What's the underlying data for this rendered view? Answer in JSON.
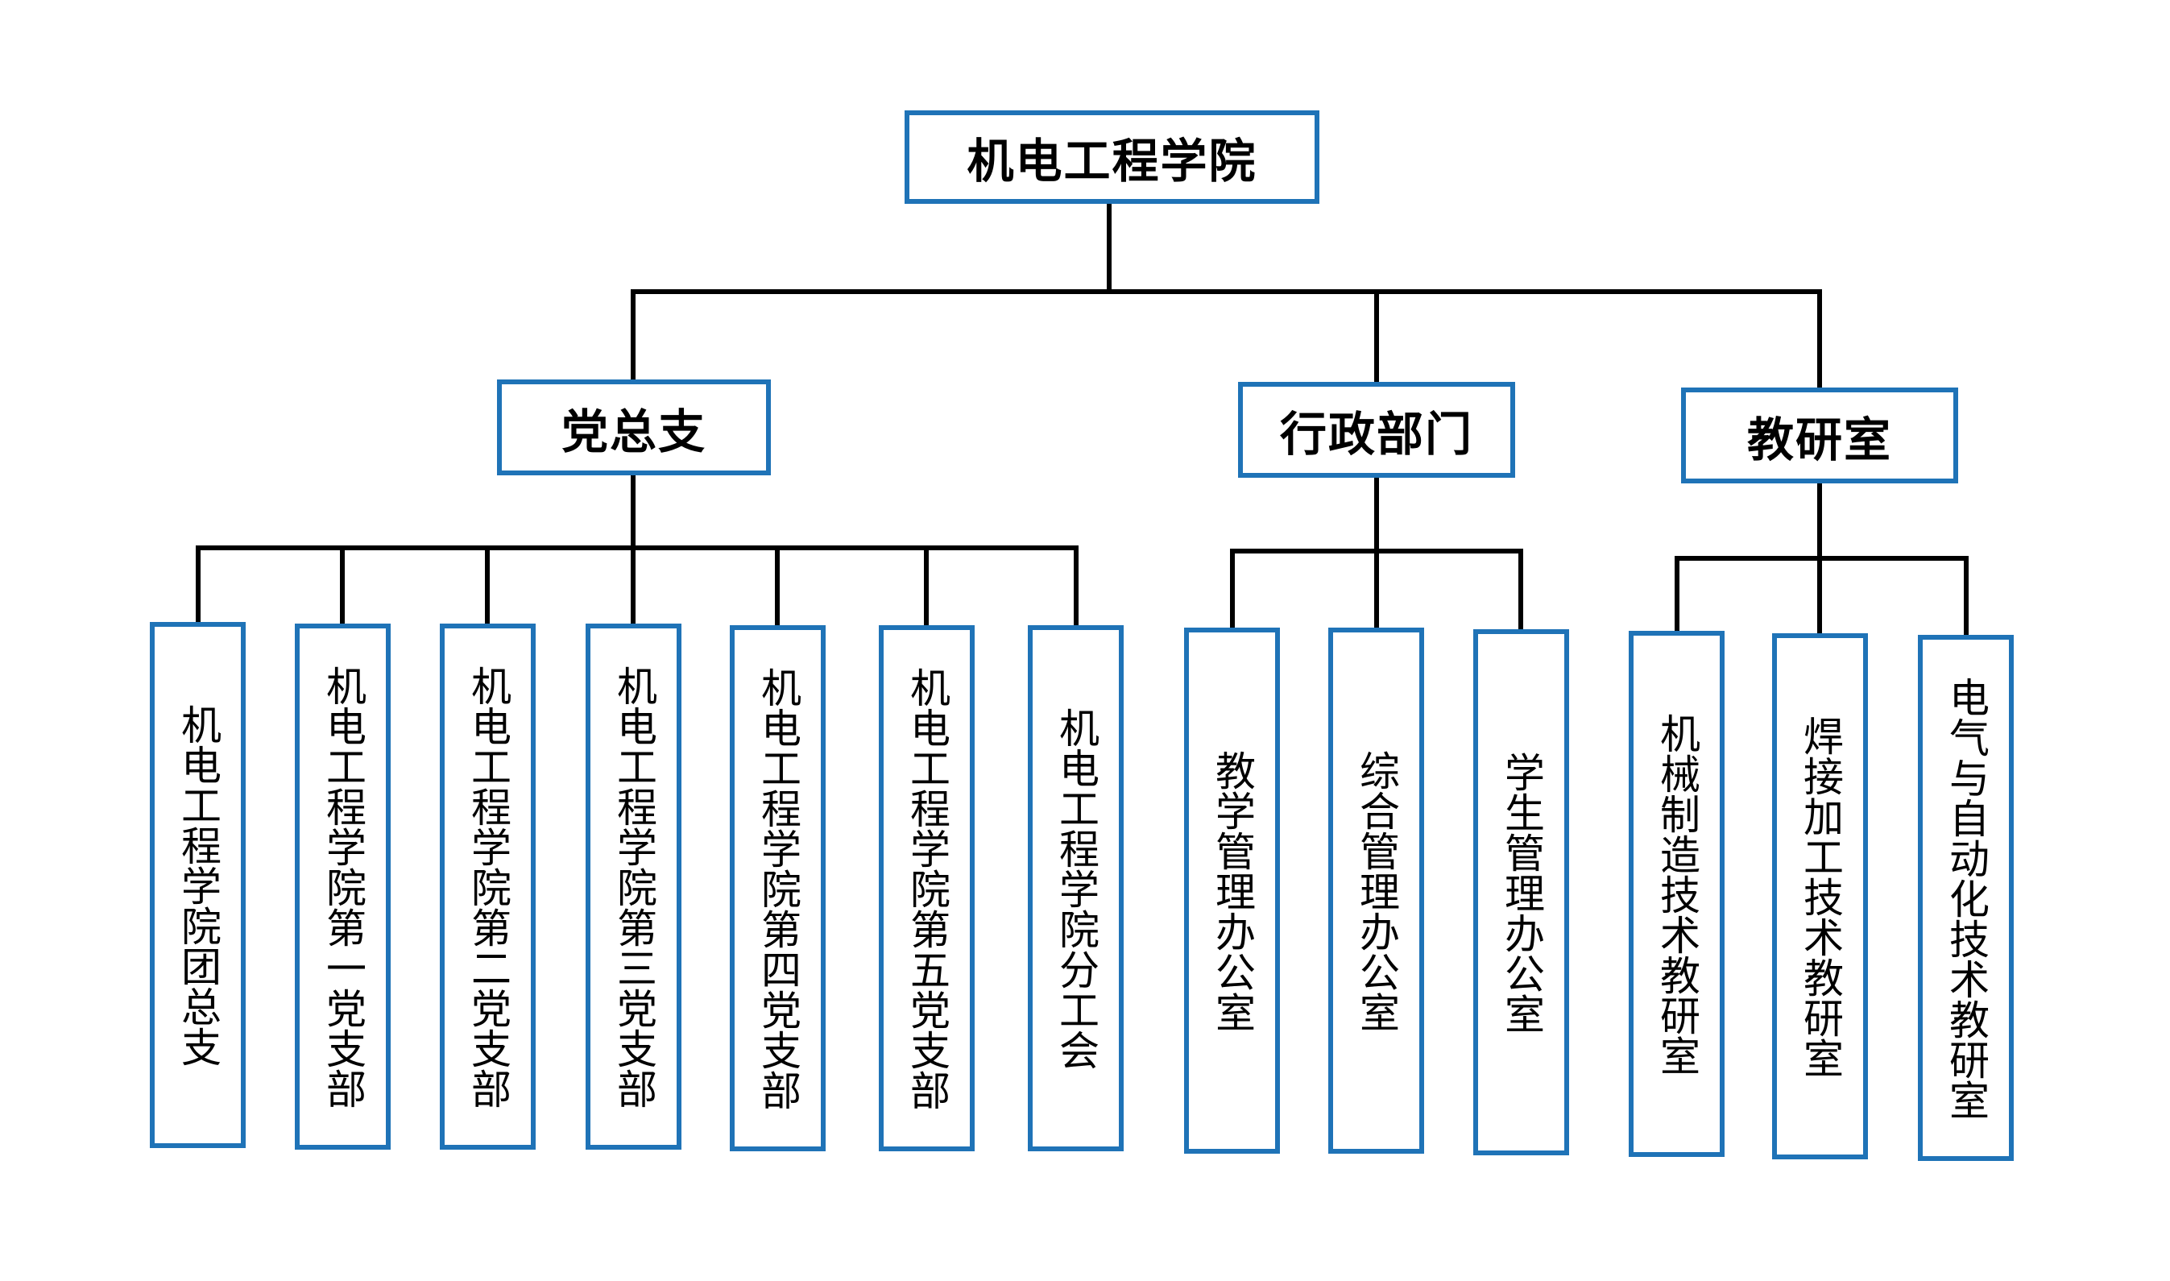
{
  "colors": {
    "box_border": "#1f73b7",
    "connector": "#000000"
  },
  "root": {
    "label": "机电工程学院"
  },
  "groups": [
    {
      "id": "party",
      "label": "党总支",
      "children": [
        "机电工程学院团总支",
        "机电工程学院第一党支部",
        "机电工程学院第二党支部",
        "机电工程学院第三党支部",
        "机电工程学院第四党支部",
        "机电工程学院第五党支部",
        "机电工程学院分工会"
      ]
    },
    {
      "id": "admin",
      "label": "行政部门",
      "children": [
        "教学管理办公室",
        "综合管理办公室",
        "学生管理办公室"
      ]
    },
    {
      "id": "research",
      "label": "教研室",
      "children": [
        "机械制造技术教研室",
        "焊接加工技术教研室",
        "电气与自动化技术教研室"
      ]
    }
  ]
}
